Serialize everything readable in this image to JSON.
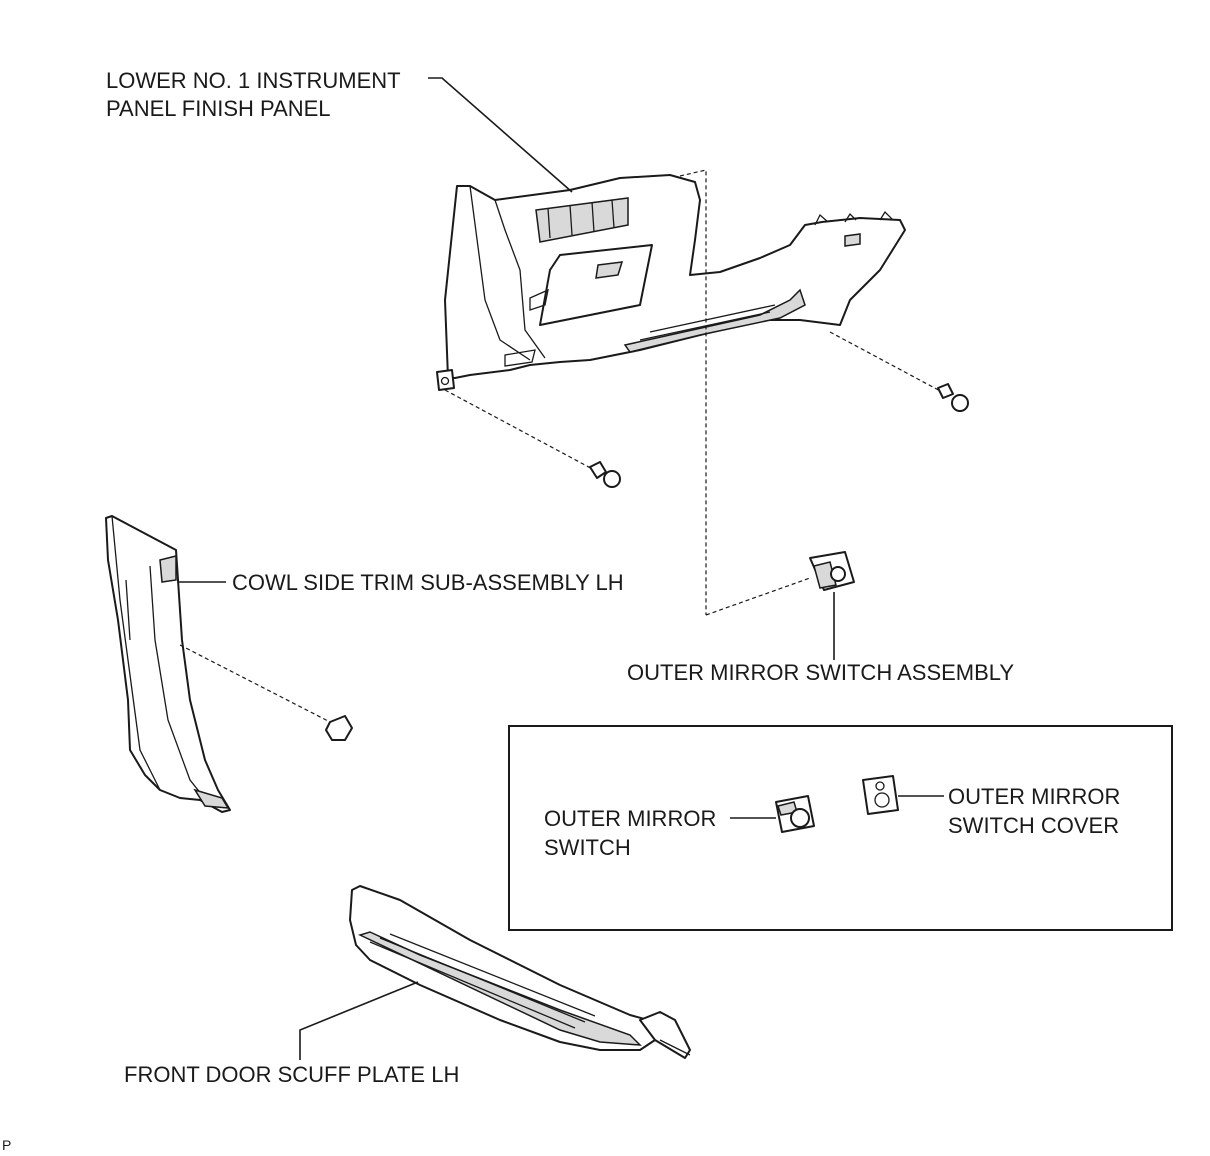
{
  "labels": {
    "lower_panel_line1": "LOWER NO. 1 INSTRUMENT",
    "lower_panel_line2": "PANEL FINISH PANEL",
    "cowl_side_trim": "COWL SIDE TRIM SUB-ASSEMBLY LH",
    "mirror_switch_assembly": "OUTER MIRROR SWITCH ASSEMBLY",
    "mirror_switch_line1": "OUTER MIRROR",
    "mirror_switch_line2": "SWITCH",
    "mirror_cover_line1": "OUTER MIRROR",
    "mirror_cover_line2": "SWITCH COVER",
    "scuff_plate": "FRONT DOOR SCUFF PLATE LH",
    "corner_mark": "P"
  }
}
